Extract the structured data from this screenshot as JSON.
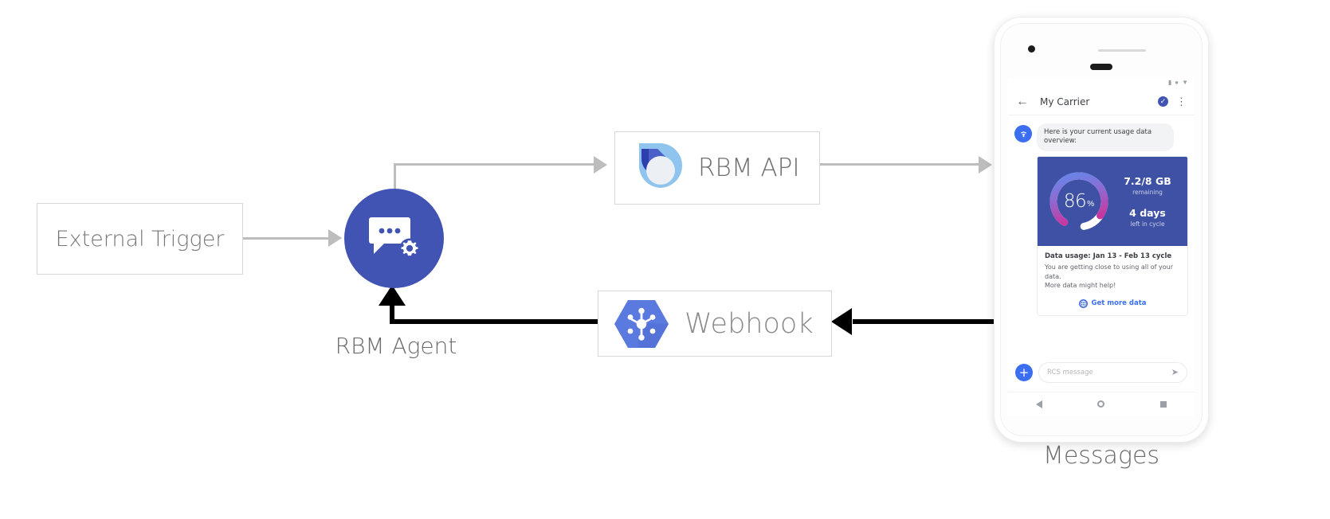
{
  "diagram": {
    "nodes": {
      "external_trigger": {
        "label": "External Trigger"
      },
      "rbm_agent": {
        "label": "RBM Agent",
        "icon": "chat-gear-icon",
        "color": "#4154b4"
      },
      "rbm_api": {
        "label": "RBM API",
        "icon": "rbm-droplet-icon"
      },
      "webhook": {
        "label": "Webhook",
        "icon": "webhook-hexagon-icon"
      },
      "phone": {
        "caption": "Messages"
      }
    }
  },
  "phone": {
    "status_bar": {
      "icons": [
        "signal-icon",
        "battery-icon",
        "dropdown-icon"
      ]
    },
    "app_bar": {
      "back_icon": "back-arrow-icon",
      "title": "My Carrier",
      "verified_icon": "verified-badge-icon",
      "overflow_icon": "overflow-menu-icon"
    },
    "conversation": {
      "bot_avatar_icon": "carrier-bot-icon",
      "message_text": "Here is your current usage data overview:",
      "card": {
        "gauge": {
          "percent_value": "86",
          "percent_unit": "%",
          "percent_number": 86,
          "gradient_start": "#5b8def",
          "gradient_mid": "#9b59c7",
          "gradient_end": "#e0218a",
          "track_color": "#ffffff",
          "hero_bg": "#3f51a5"
        },
        "stats": [
          {
            "primary": "7.2/8 GB",
            "secondary": "remaining"
          },
          {
            "primary": "4 days",
            "secondary": "left in cycle"
          }
        ],
        "title": "Data usage: Jan 13 - Feb 13 cycle",
        "description_line1": "You are getting close to using all of your data.",
        "description_line2": "More data might help!",
        "action": {
          "icon": "globe-icon",
          "label": "Get more data",
          "color": "#3b6ef0"
        }
      }
    },
    "composer": {
      "plus_icon": "+",
      "placeholder": "RCS message",
      "send_icon": "send-icon"
    },
    "nav_bar": {
      "back_icon": "nav-back-icon",
      "home_icon": "nav-home-icon",
      "recents_icon": "nav-recents-icon"
    }
  }
}
